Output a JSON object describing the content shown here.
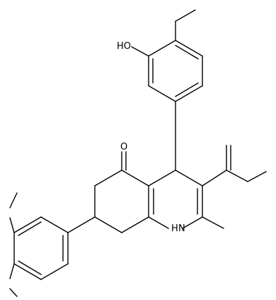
{
  "molecule": {
    "labels": {
      "hydroxyl": "HO",
      "ketone_oxygen": "O",
      "amine": "H",
      "amine_n": "N"
    }
  }
}
